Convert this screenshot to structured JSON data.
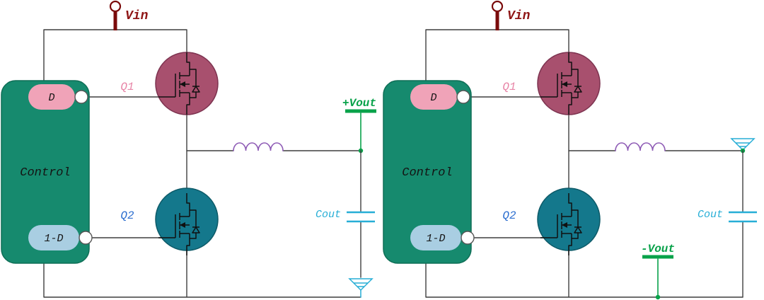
{
  "colors": {
    "bg": "#ffffff",
    "wire": "#3f3f3f",
    "vin": "#8f1616",
    "vin-term": "#7a0b0b",
    "q1-fill": "#a8506e",
    "q1-stroke": "#7d3350",
    "q1-label": "#e886a8",
    "q2-fill": "#14788c",
    "q2-stroke": "#0d5a68",
    "q2-label": "#2e6fd0",
    "control-fill": "#168a6e",
    "control-stroke": "#0e6e56",
    "d-pill": "#f0a3b8",
    "dbar-pill": "#a9cee2",
    "pill-text": "#141414",
    "inductor": "#8e5bb5",
    "vout": "#08a24a",
    "cout": "#27aed6",
    "ground": "#27aed6",
    "mosfet": "#101010"
  },
  "left": {
    "vin": "Vin",
    "q1": "Q1",
    "q2": "Q2",
    "control": "Control",
    "d": "D",
    "one_minus_d": "1-D",
    "vout": "+Vout",
    "cout": "Cout"
  },
  "right": {
    "vin": "Vin",
    "q1": "Q1",
    "q2": "Q2",
    "control": "Control",
    "d": "D",
    "one_minus_d": "1-D",
    "vout": "-Vout",
    "cout": "Cout"
  }
}
